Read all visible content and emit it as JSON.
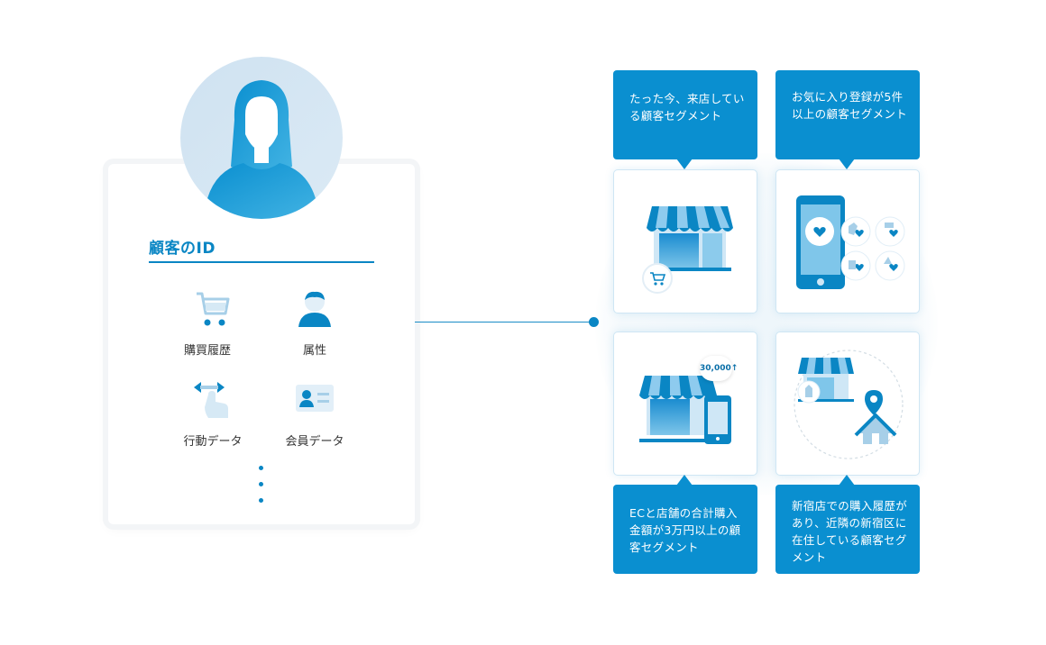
{
  "customer": {
    "title": "顧客のID",
    "attributes": [
      {
        "label": "購買履歴",
        "icon": "shopping-cart-icon"
      },
      {
        "label": "属性",
        "icon": "person-icon"
      },
      {
        "label": "行動データ",
        "icon": "swipe-gesture-icon"
      },
      {
        "label": "会員データ",
        "icon": "member-card-icon"
      }
    ]
  },
  "segments": [
    {
      "text": "たった今、来店している顧客セグメント",
      "icon": "storefront-icon"
    },
    {
      "text": "お気に入り登録が5件以上の顧客セグメント",
      "icon": "smartphone-favorites-icon"
    },
    {
      "text": "ECと店舗の合計購入金額が3万円以上の顧客セグメント",
      "icon": "store-phone-icon",
      "price_tag": "30,000↑"
    },
    {
      "text": "新宿店での購入履歴があり、近隣の新宿区に在住している顧客セグメント",
      "icon": "store-location-home-icon"
    }
  ],
  "colors": {
    "accent": "#0a86c4",
    "light": "#cfe2f1"
  }
}
